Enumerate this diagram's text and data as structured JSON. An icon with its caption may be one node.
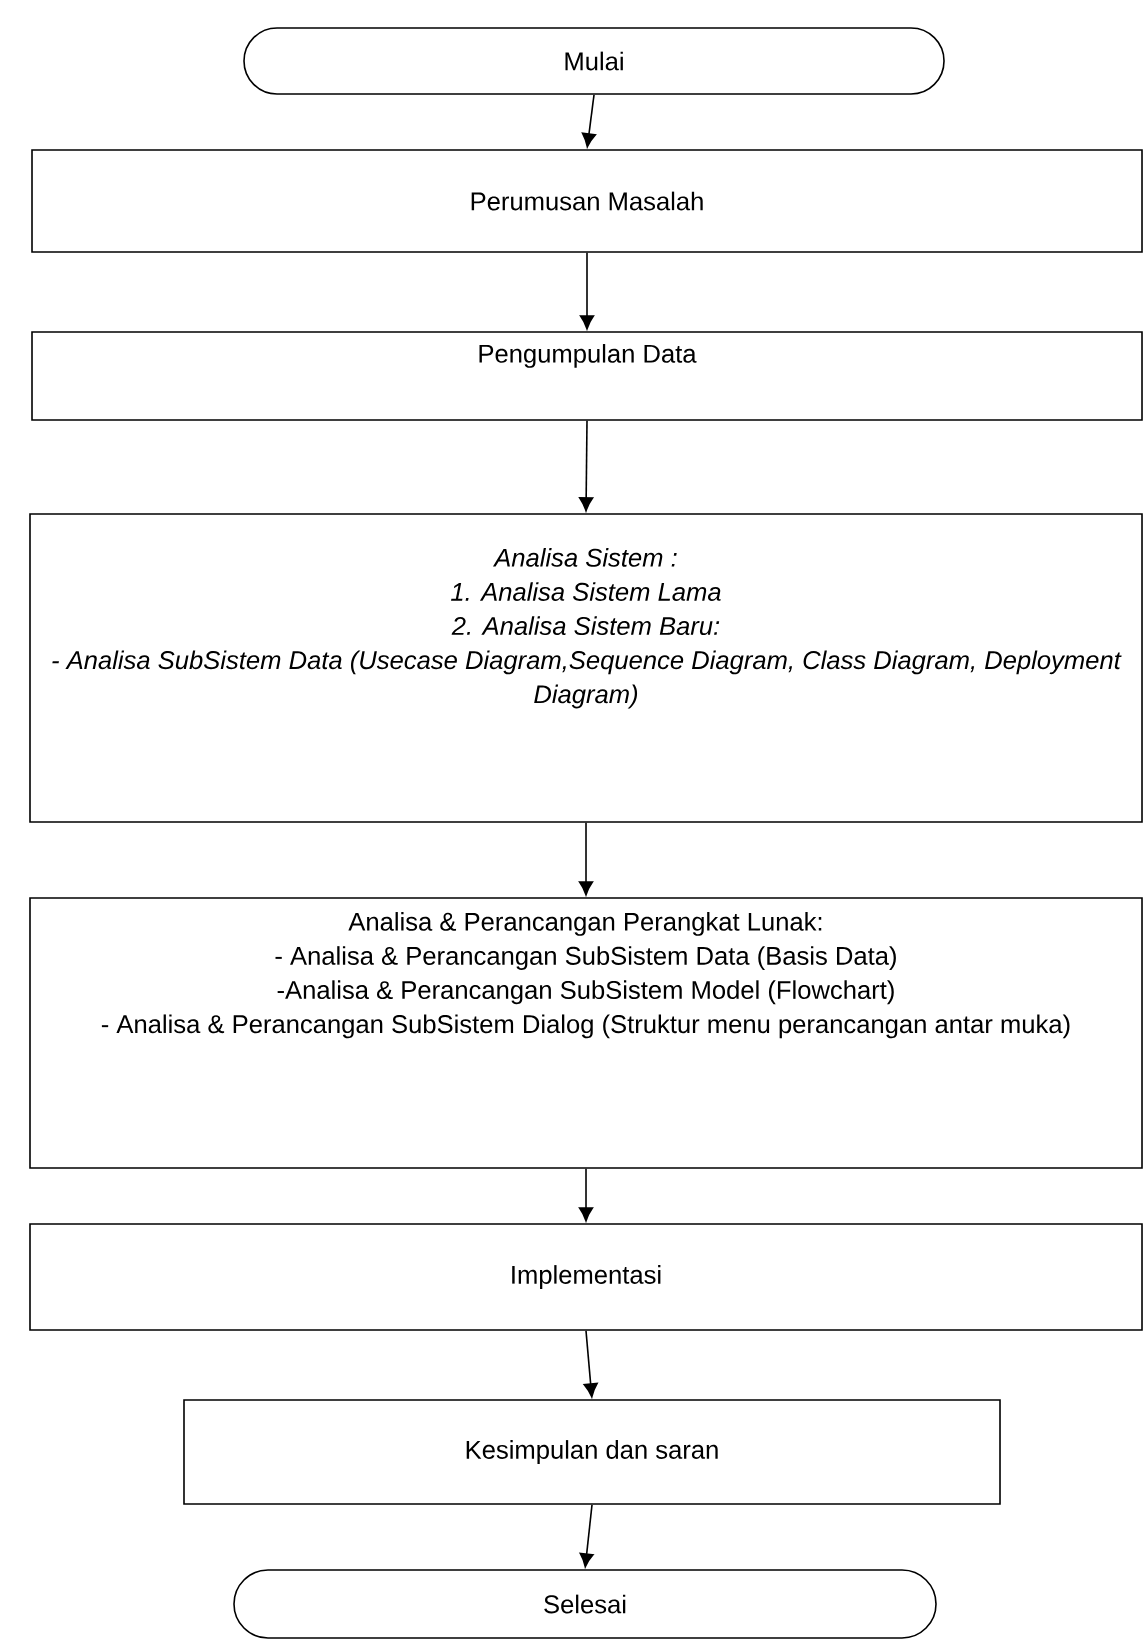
{
  "diagram": {
    "nodes": [
      {
        "text": [
          "Mulai"
        ]
      },
      {
        "text": [
          "Perumusan Masalah"
        ]
      },
      {
        "text": [
          "Pengumpulan Data"
        ]
      },
      {
        "text": [
          "Analisa Sistem :",
          "1. Analisa Sistem Lama",
          "2. Analisa Sistem Baru:",
          "- Analisa SubSistem Data (Usecase Diagram,Sequence Diagram, Class Diagram, Deployment Diagram)"
        ]
      },
      {
        "text": [
          "Analisa & Perancangan Perangkat Lunak:",
          "- Analisa & Perancangan SubSistem Data (Basis Data)",
          "-Analisa & Perancangan SubSistem Model (Flowchart)",
          "- Analisa & Perancangan SubSistem Dialog (Struktur menu perancangan antar muka)"
        ]
      },
      {
        "text": [
          "Implementasi"
        ]
      },
      {
        "text": [
          "Kesimpulan dan saran"
        ]
      },
      {
        "text": [
          "Selesai"
        ]
      }
    ],
    "edges": [
      {
        "from": 0,
        "to": 1,
        "arrow": "to"
      },
      {
        "from": 1,
        "to": 2,
        "arrow": "to"
      },
      {
        "from": 2,
        "to": 3,
        "arrow": "to"
      },
      {
        "from": 3,
        "to": 4,
        "arrow": "to"
      },
      {
        "from": 4,
        "to": 5,
        "arrow": "to"
      },
      {
        "from": 5,
        "to": 6,
        "arrow": "to"
      },
      {
        "from": 6,
        "to": 7,
        "arrow": "to"
      }
    ]
  }
}
